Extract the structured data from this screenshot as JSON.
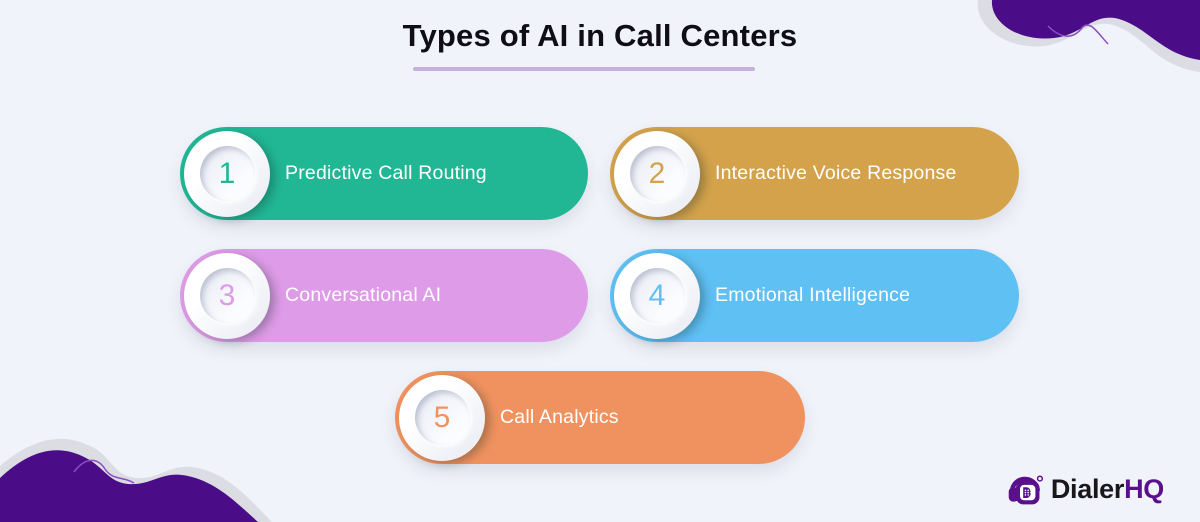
{
  "title": {
    "text": "Types of AI in Call Centers"
  },
  "items": [
    {
      "number": "1",
      "label": "Predictive Call Routing",
      "color": "#21b795"
    },
    {
      "number": "2",
      "label": "Interactive Voice Response",
      "color": "#d3a24b"
    },
    {
      "number": "3",
      "label": "Conversational AI",
      "color": "#de9be7"
    },
    {
      "number": "4",
      "label": "Emotional Intelligence",
      "color": "#5fc0f4"
    },
    {
      "number": "5",
      "label": "Call Analytics",
      "color": "#f0925f"
    }
  ],
  "logo": {
    "brand_black": "Dialer",
    "brand_purple": "HQ"
  },
  "colors": {
    "background": "#f1f3fa",
    "title_text": "#0e0e14",
    "title_underline": "#c6b0dd",
    "blob_purple": "#4a0c87",
    "blob_shadow_gray": "#dcdde3",
    "squiggle_line": "#8a4fc0",
    "pill_text": "#ffffff",
    "logo_purple": "#5a0f8d"
  }
}
